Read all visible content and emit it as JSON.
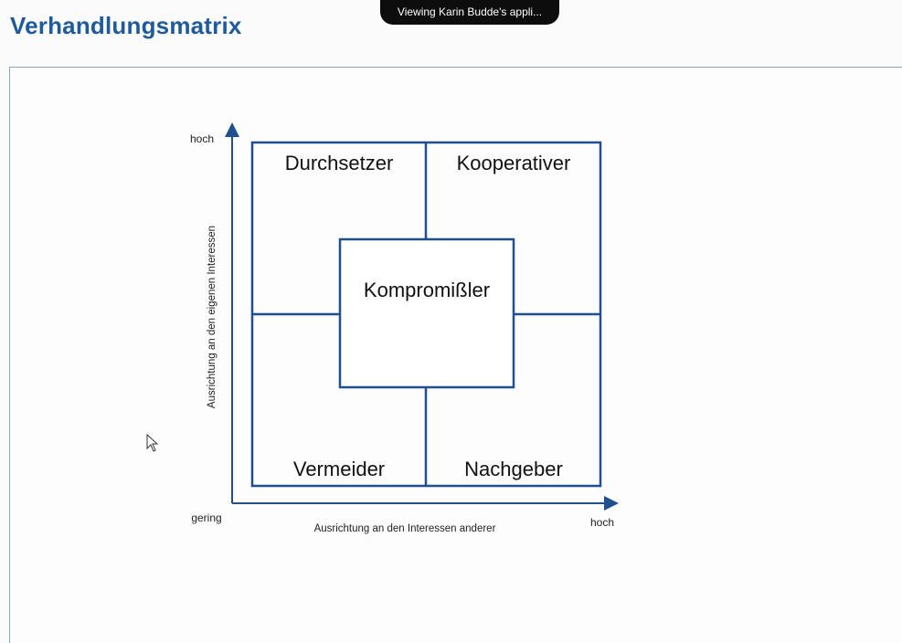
{
  "page": {
    "title": "Verhandlungsmatrix"
  },
  "share_indicator": {
    "text": "Viewing Karin Budde's appli..."
  },
  "matrix": {
    "quadrants": {
      "top_left": "Durchsetzer",
      "top_right": "Kooperativer",
      "center": "Kompromißler",
      "bottom_left": "Vermeider",
      "bottom_right": "Nachgeber"
    },
    "y_axis": {
      "label": "Ausrichtung an den eigenen Interessen",
      "high": "hoch"
    },
    "x_axis": {
      "label": "Ausrichtung an den Interessen anderer",
      "low": "gering",
      "high": "hoch"
    }
  },
  "colors": {
    "title": "#1f5b9c",
    "lines": "#1f4f8f",
    "text": "#111111"
  }
}
